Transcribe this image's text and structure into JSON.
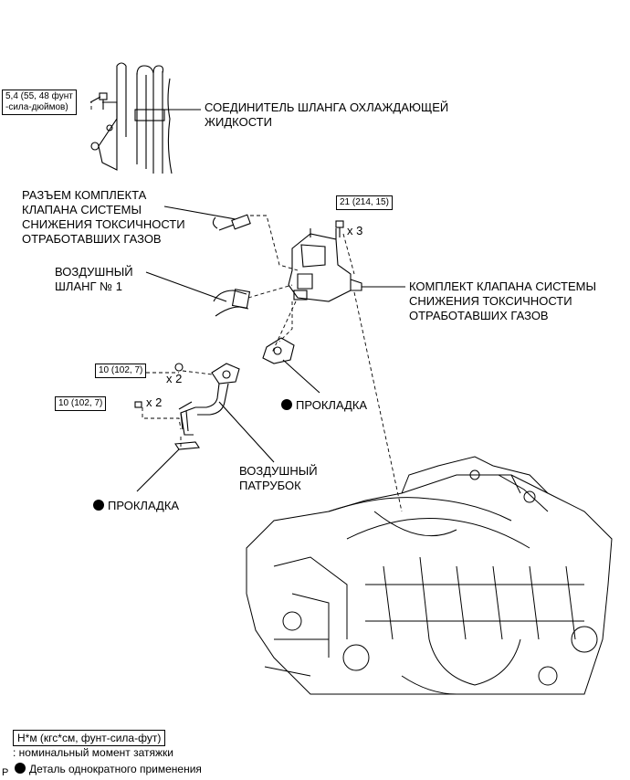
{
  "labels": {
    "coolant_connector": "СОЕДИНИТЕЛЬ ШЛАНГА ОХЛАЖДАЮЩЕЙ\nЖИДКОСТИ",
    "emission_connector": "РАЗЪЕМ КОМПЛЕКТА\nКЛАПАНА СИСТЕМЫ\nСНИЖЕНИЯ ТОКСИЧНОСТИ\nОТРАБОТАВШИХ ГАЗОВ",
    "air_hose": "ВОЗДУШНЫЙ\nШЛАНГ № 1",
    "valve_assembly": "КОМПЛЕКТ КЛАПАНА СИСТЕМЫ\nСНИЖЕНИЯ ТОКСИЧНОСТИ\nОТРАБОТАВШИХ ГАЗОВ",
    "gasket_upper": "ПРОКЛАДКА",
    "air_pipe": "ВОЗДУШНЫЙ\nПАТРУБОК",
    "gasket_lower": "ПРОКЛАДКА"
  },
  "torques": {
    "coolant_bolt": "5,4 (55, 48 фунт\n-сила-дюймов)",
    "valve_bolts": "21 (214, 15)",
    "pipe_nuts": "10 (102, 7)",
    "pipe_bolts": "10 (102, 7)"
  },
  "multipliers": {
    "valve_bolts": "x 3",
    "pipe_nuts": "x 2",
    "pipe_bolts": "x 2"
  },
  "legend": {
    "torque_unit": "Н*м (кгс*см, фунт-сила-фут)",
    "torque_desc": ": номинальный момент затяжки",
    "single_use": "Деталь однократного применения"
  },
  "footer_code": "P"
}
